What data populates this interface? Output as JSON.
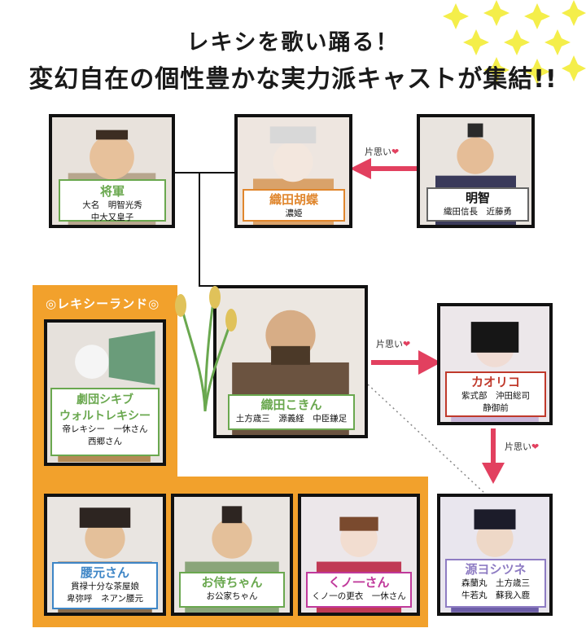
{
  "headline": {
    "line1": "レキシを歌い踊る！",
    "line2": "変幻自在の個性豊かな実力派キャストが集結!!"
  },
  "zone": {
    "title": "◎レキシーランド◎"
  },
  "arrows": {
    "kataomoi": "片思い"
  },
  "colors": {
    "orange": "#f2a12c",
    "pink": "#e2405f",
    "green": "#6aa84f",
    "blue": "#3d85c6",
    "violet": "#8e7cc3",
    "magenta": "#c0399b"
  },
  "cards": {
    "shogun": {
      "name": "将軍",
      "actors": [
        "大名　明智光秀",
        "中大又皇子"
      ]
    },
    "kocho": {
      "name": "織田胡蝶",
      "actors": [
        "濃姫"
      ]
    },
    "akechi": {
      "name": "明智",
      "actors": [
        "織田信長　近藤勇"
      ]
    },
    "kokin": {
      "name": "織田こきん",
      "actors": [
        "土方歳三　源義経　中臣鎌足"
      ]
    },
    "kaoriko": {
      "name": "カオリコ",
      "actors": [
        "紫式部　沖田総司",
        "静御前"
      ]
    },
    "gekidan": {
      "name": "劇団シキブ",
      "name2": "ウォルトレキシー",
      "actors": [
        "帝レキシー　一休さん",
        "西郷さん"
      ]
    },
    "kaguya": {
      "name": "腰元さん",
      "actors": [
        "貫禄十分な茶屋娘",
        "卑弥呼　ネアン腰元"
      ]
    },
    "osamurai": {
      "name": "お侍ちゃん",
      "actors": [
        "お公家ちゃん"
      ]
    },
    "kunoichi": {
      "name": "くノ一さん",
      "actors": [
        "くノ一の更衣　一休さん"
      ]
    },
    "yoshitsune": {
      "name": "源ヨシツネ",
      "actors": [
        "森蘭丸　土方歳三",
        "牛若丸　蘇我入鹿"
      ]
    }
  }
}
